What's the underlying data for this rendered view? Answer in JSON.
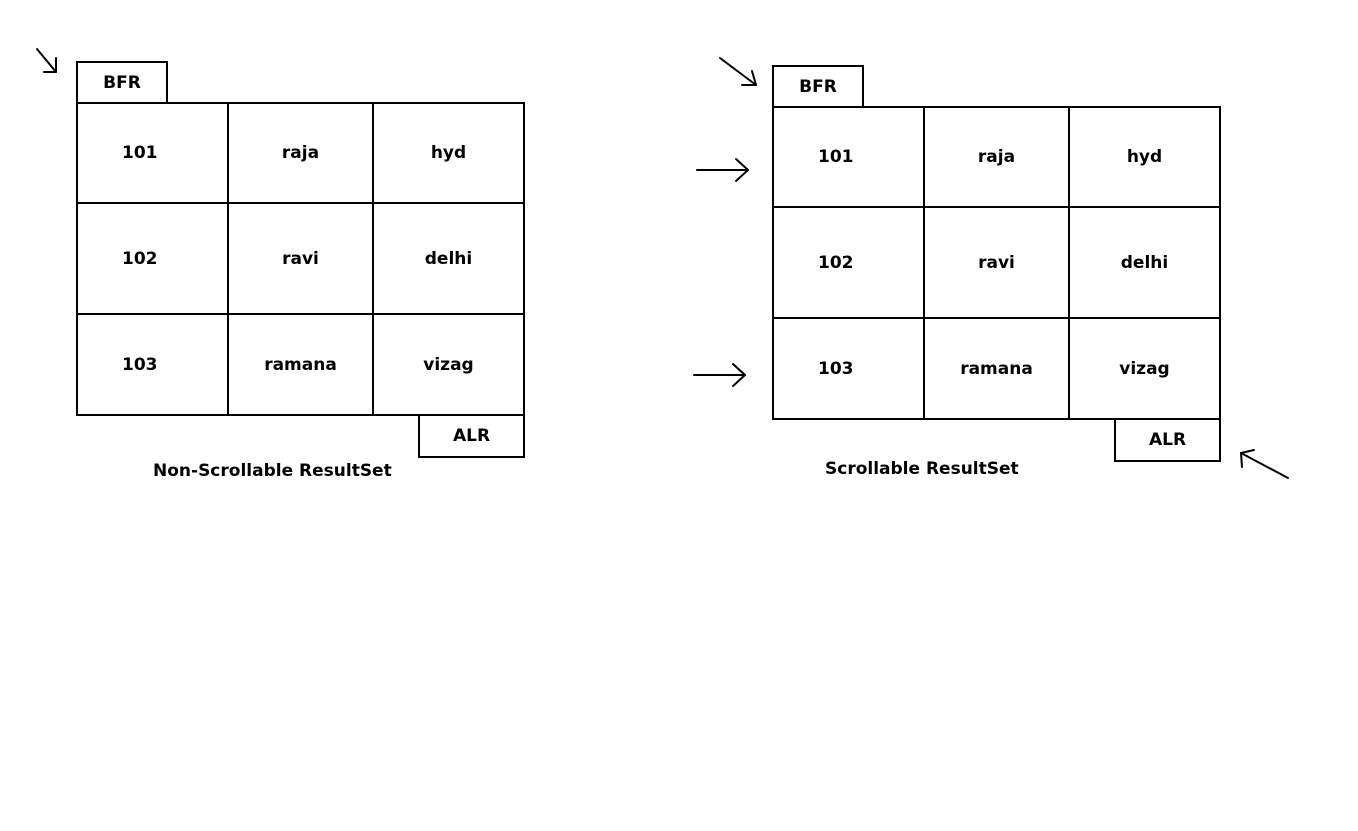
{
  "diagrams": [
    {
      "caption": "Non-Scrollable ResultSet",
      "top_label": "BFR",
      "bottom_label": "ALR",
      "rows": [
        [
          "101",
          "raja",
          "hyd"
        ],
        [
          "102",
          "ravi",
          "delhi"
        ],
        [
          "103",
          "ramana",
          "vizag"
        ]
      ]
    },
    {
      "caption": "Scrollable ResultSet",
      "top_label": "BFR",
      "bottom_label": "ALR",
      "rows": [
        [
          "101",
          "raja",
          "hyd"
        ],
        [
          "102",
          "ravi",
          "delhi"
        ],
        [
          "103",
          "ramana",
          "vizag"
        ]
      ]
    }
  ]
}
